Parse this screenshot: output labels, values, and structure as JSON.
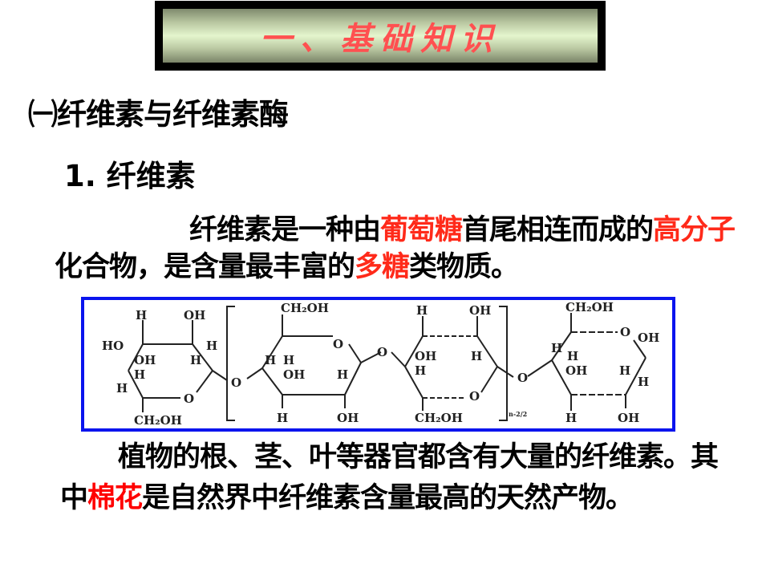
{
  "title": {
    "text": "一、基础知识",
    "color": "#ff5050"
  },
  "heading": {
    "text": "㈠纤维素与纤维素酶"
  },
  "subheading": {
    "text": "1. 纤维素"
  },
  "paragraph1": {
    "segments": [
      {
        "text": "纤维素是一种由",
        "highlight": false
      },
      {
        "text": "葡萄糖",
        "highlight": true
      },
      {
        "text": "首尾相连而成的",
        "highlight": false
      },
      {
        "text": "高分子",
        "highlight": true
      },
      {
        "text": "化合物，是含量最丰富的",
        "highlight": false
      },
      {
        "text": "多糖",
        "highlight": true
      },
      {
        "text": "类物质。",
        "highlight": false
      }
    ],
    "highlight_color": "#ff2a1a"
  },
  "formula": {
    "description": "cellulose structural formula",
    "labels": {
      "H": "H",
      "OH": "OH",
      "HO": "HO",
      "O": "O",
      "CH2OH": "CH₂OH",
      "repeat": "n-2/2"
    },
    "border_color": "#0a14ee"
  },
  "paragraph2": {
    "segments": [
      {
        "text": "植物的根、茎、叶等器官都含有大量的纤维素。其中",
        "highlight": false
      },
      {
        "text": "棉花",
        "highlight": true
      },
      {
        "text": "是自然界中纤维素含量最高的天然产物。",
        "highlight": false
      }
    ],
    "highlight_color": "#ff0000"
  }
}
